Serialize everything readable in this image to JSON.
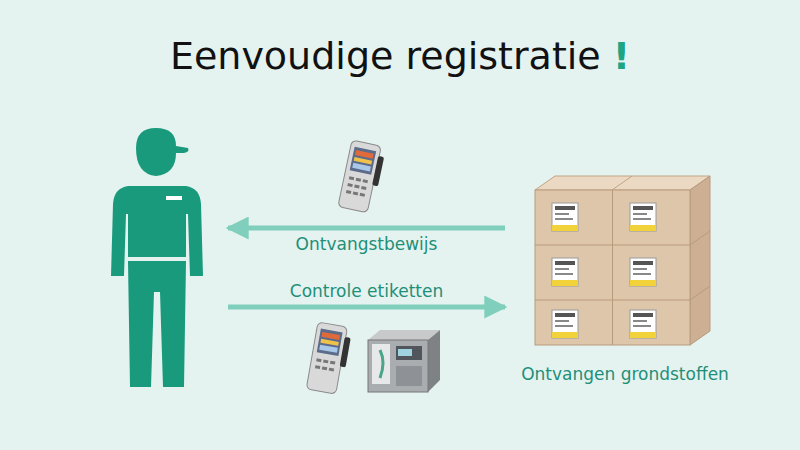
{
  "diagram": {
    "title": "Eenvoudige registratie",
    "nodes": [
      {
        "text": []
      },
      {
        "text": [
          "Ontvangen grondstoffen"
        ]
      }
    ],
    "edges": [
      {
        "from": 1,
        "to": 0,
        "arrow": "to",
        "label": "Ontvangstbewijs"
      },
      {
        "from": 0,
        "to": 1,
        "arrow": "to",
        "label": "Controle etiketten"
      }
    ],
    "labels": [
      "!"
    ]
  }
}
